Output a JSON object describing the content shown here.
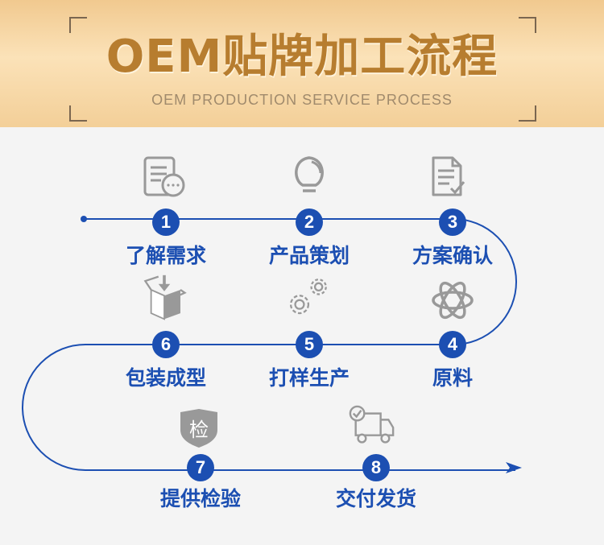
{
  "header": {
    "title": "OEM贴牌加工流程",
    "subtitle": "OEM PRODUCTION SERVICE PROCESS"
  },
  "colors": {
    "accent": "#1c4fb2",
    "title": "#b77d2f",
    "icon": "#999999"
  },
  "steps": [
    {
      "num": "1",
      "label": "了解需求",
      "icon": "document-chat-icon"
    },
    {
      "num": "2",
      "label": "产品策划",
      "icon": "lightbulb-icon"
    },
    {
      "num": "3",
      "label": "方案确认",
      "icon": "document-check-icon"
    },
    {
      "num": "4",
      "label": "原料",
      "icon": "atom-icon"
    },
    {
      "num": "5",
      "label": "打样生产",
      "icon": "gears-icon"
    },
    {
      "num": "6",
      "label": "包装成型",
      "icon": "box-icon"
    },
    {
      "num": "7",
      "label": "提供检验",
      "icon": "inspection-shield-icon",
      "icon_text": "检"
    },
    {
      "num": "8",
      "label": "交付发货",
      "icon": "delivery-truck-icon"
    }
  ]
}
